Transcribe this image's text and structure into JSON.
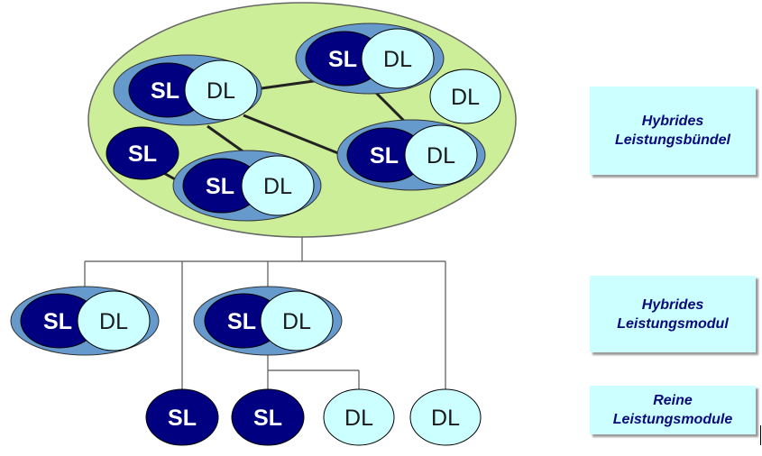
{
  "diagram": {
    "nodes": {
      "sl": "SL",
      "dl": "DL"
    },
    "labels": {
      "bundle": {
        "line1": "Hybrides",
        "line2": "Leistungsbündel"
      },
      "module": {
        "line1": "Hybrides",
        "line2": "Leistungsmodul"
      },
      "pure": {
        "line1": "Reine",
        "line2": "Leistungsmodule"
      }
    },
    "colors": {
      "bundle_fill": "#ccee99",
      "pair_ring": "#6699cc",
      "sl_fill": "#000080",
      "dl_fill": "#ccffff",
      "label_bg": "#ccffff",
      "label_text": "#0a0a7a"
    }
  }
}
